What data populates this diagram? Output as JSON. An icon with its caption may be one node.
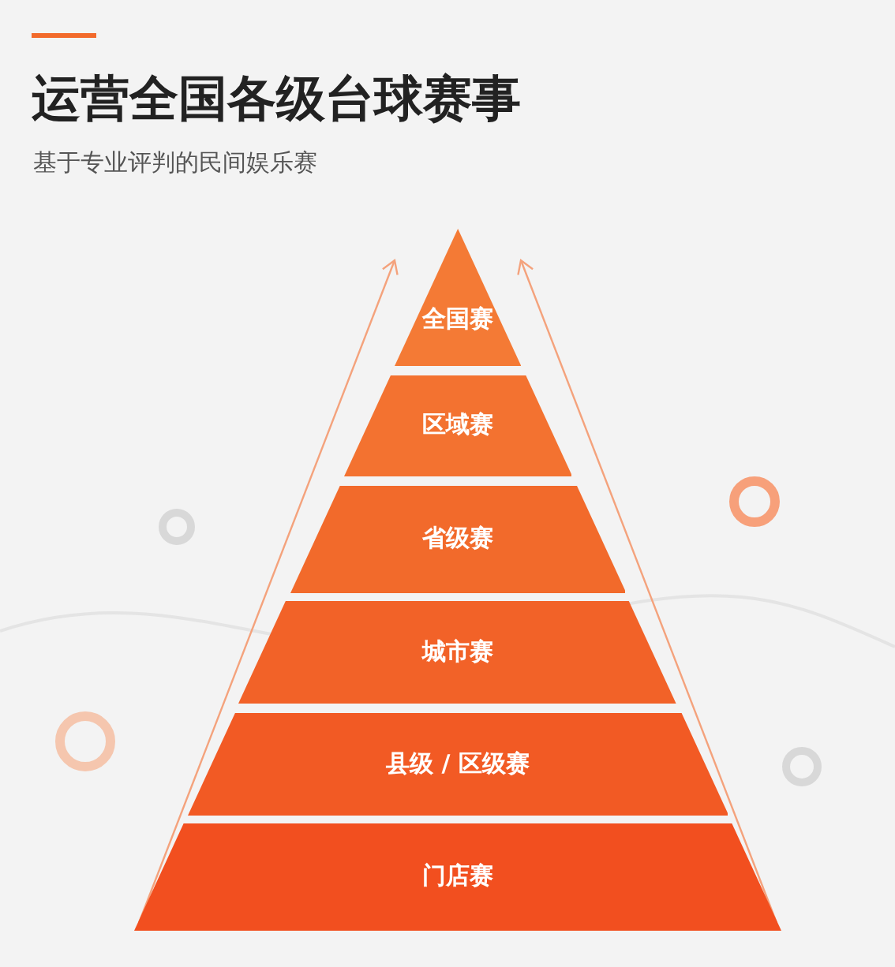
{
  "diagram": {
    "title": "运营全国各级台球赛事",
    "nodes": [
      {
        "text": [
          "全国赛"
        ]
      },
      {
        "text": [
          "区域赛"
        ]
      },
      {
        "text": [
          "省级赛"
        ]
      },
      {
        "text": [
          "城市赛"
        ]
      },
      {
        "text": [
          "县级 / 区级赛"
        ]
      },
      {
        "text": [
          "门店赛"
        ]
      }
    ],
    "labels": [
      "基于专业评判的民间娱乐赛"
    ]
  }
}
